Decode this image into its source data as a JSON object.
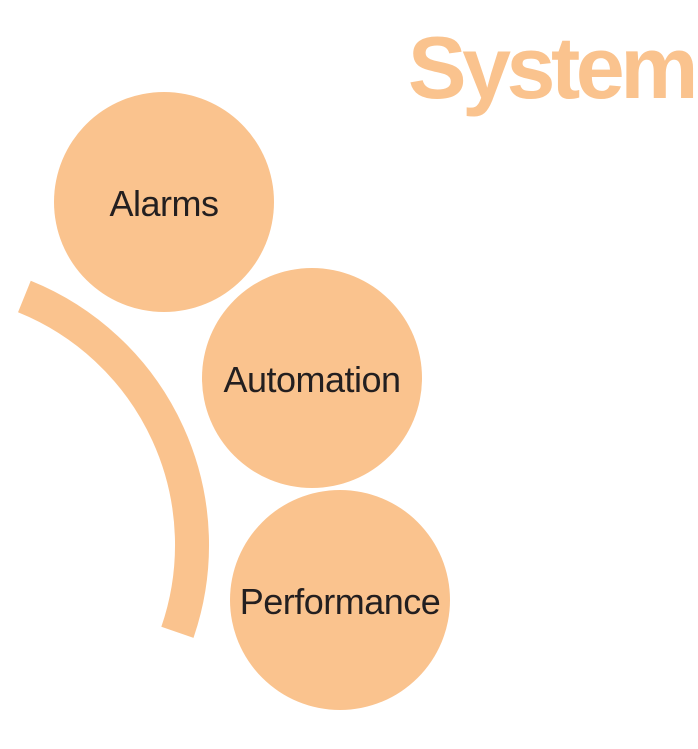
{
  "title": "System",
  "colors": {
    "accent": "#FAC38E",
    "label_text": "#231F20",
    "background": "#FFFFFF"
  },
  "diagram": {
    "nodes": [
      {
        "label": "Alarms"
      },
      {
        "label": "Automation"
      },
      {
        "label": "Performance"
      }
    ],
    "connector": "arc-swoosh"
  }
}
